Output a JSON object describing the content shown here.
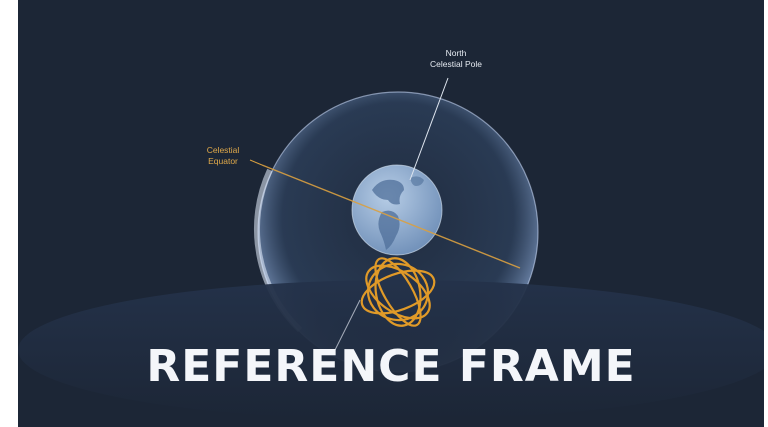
{
  "labels": {
    "north_celestial_pole": "North\nCelestial Pole",
    "celestial_equator": "Celestial\nEquator"
  },
  "title": "REFERENCE FRAME",
  "colors": {
    "background": "#1c2636",
    "sphere_edge": "#cfe0ff",
    "earth": "#8fb0d6",
    "equator_line": "#d9a040",
    "orbit": "#e09a28",
    "pole_line": "#dfe6f0",
    "title_text": "#f4f6fa"
  }
}
